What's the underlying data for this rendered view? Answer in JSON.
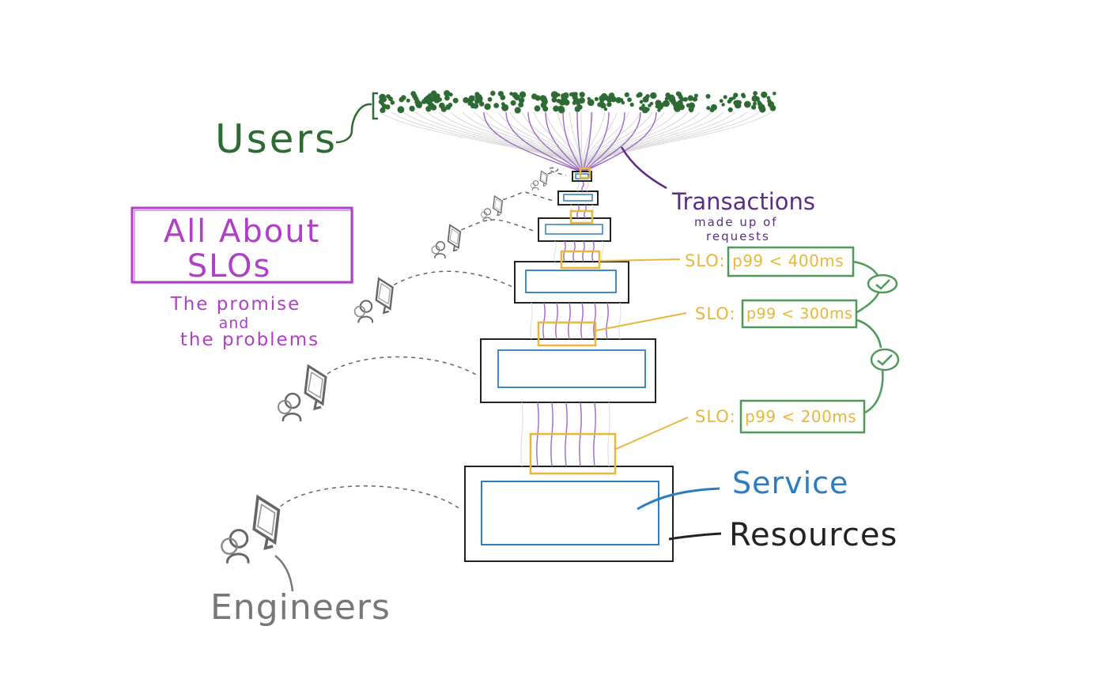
{
  "title": {
    "line1": "All About",
    "line2": "SLOs",
    "sub1": "The promise",
    "sub2": "and",
    "sub3": "the problems"
  },
  "labels": {
    "users": "Users",
    "transactions": "Transactions",
    "transactions_note1": "made up of",
    "transactions_note2": "requests",
    "service": "Service",
    "resources": "Resources",
    "engineers": "Engineers"
  },
  "slos": [
    {
      "prefix": "SLO:",
      "target": "p99 < 400ms"
    },
    {
      "prefix": "SLO:",
      "target": "p99 < 300ms"
    },
    {
      "prefix": "SLO:",
      "target": "p99 < 200ms"
    }
  ],
  "colors": {
    "users": "#2e6b34",
    "title": "#b03fc7",
    "transactions": "#5b2d86",
    "request_lines": "#9b6ac6",
    "slo": "#e8b63a",
    "slo_box": "#4f9a5a",
    "service": "#2a7dc0",
    "resources": "#222222",
    "engineers": "#777777"
  },
  "icons": [
    "users-crowd-icon",
    "engineer-icon",
    "checkmark-icon"
  ]
}
